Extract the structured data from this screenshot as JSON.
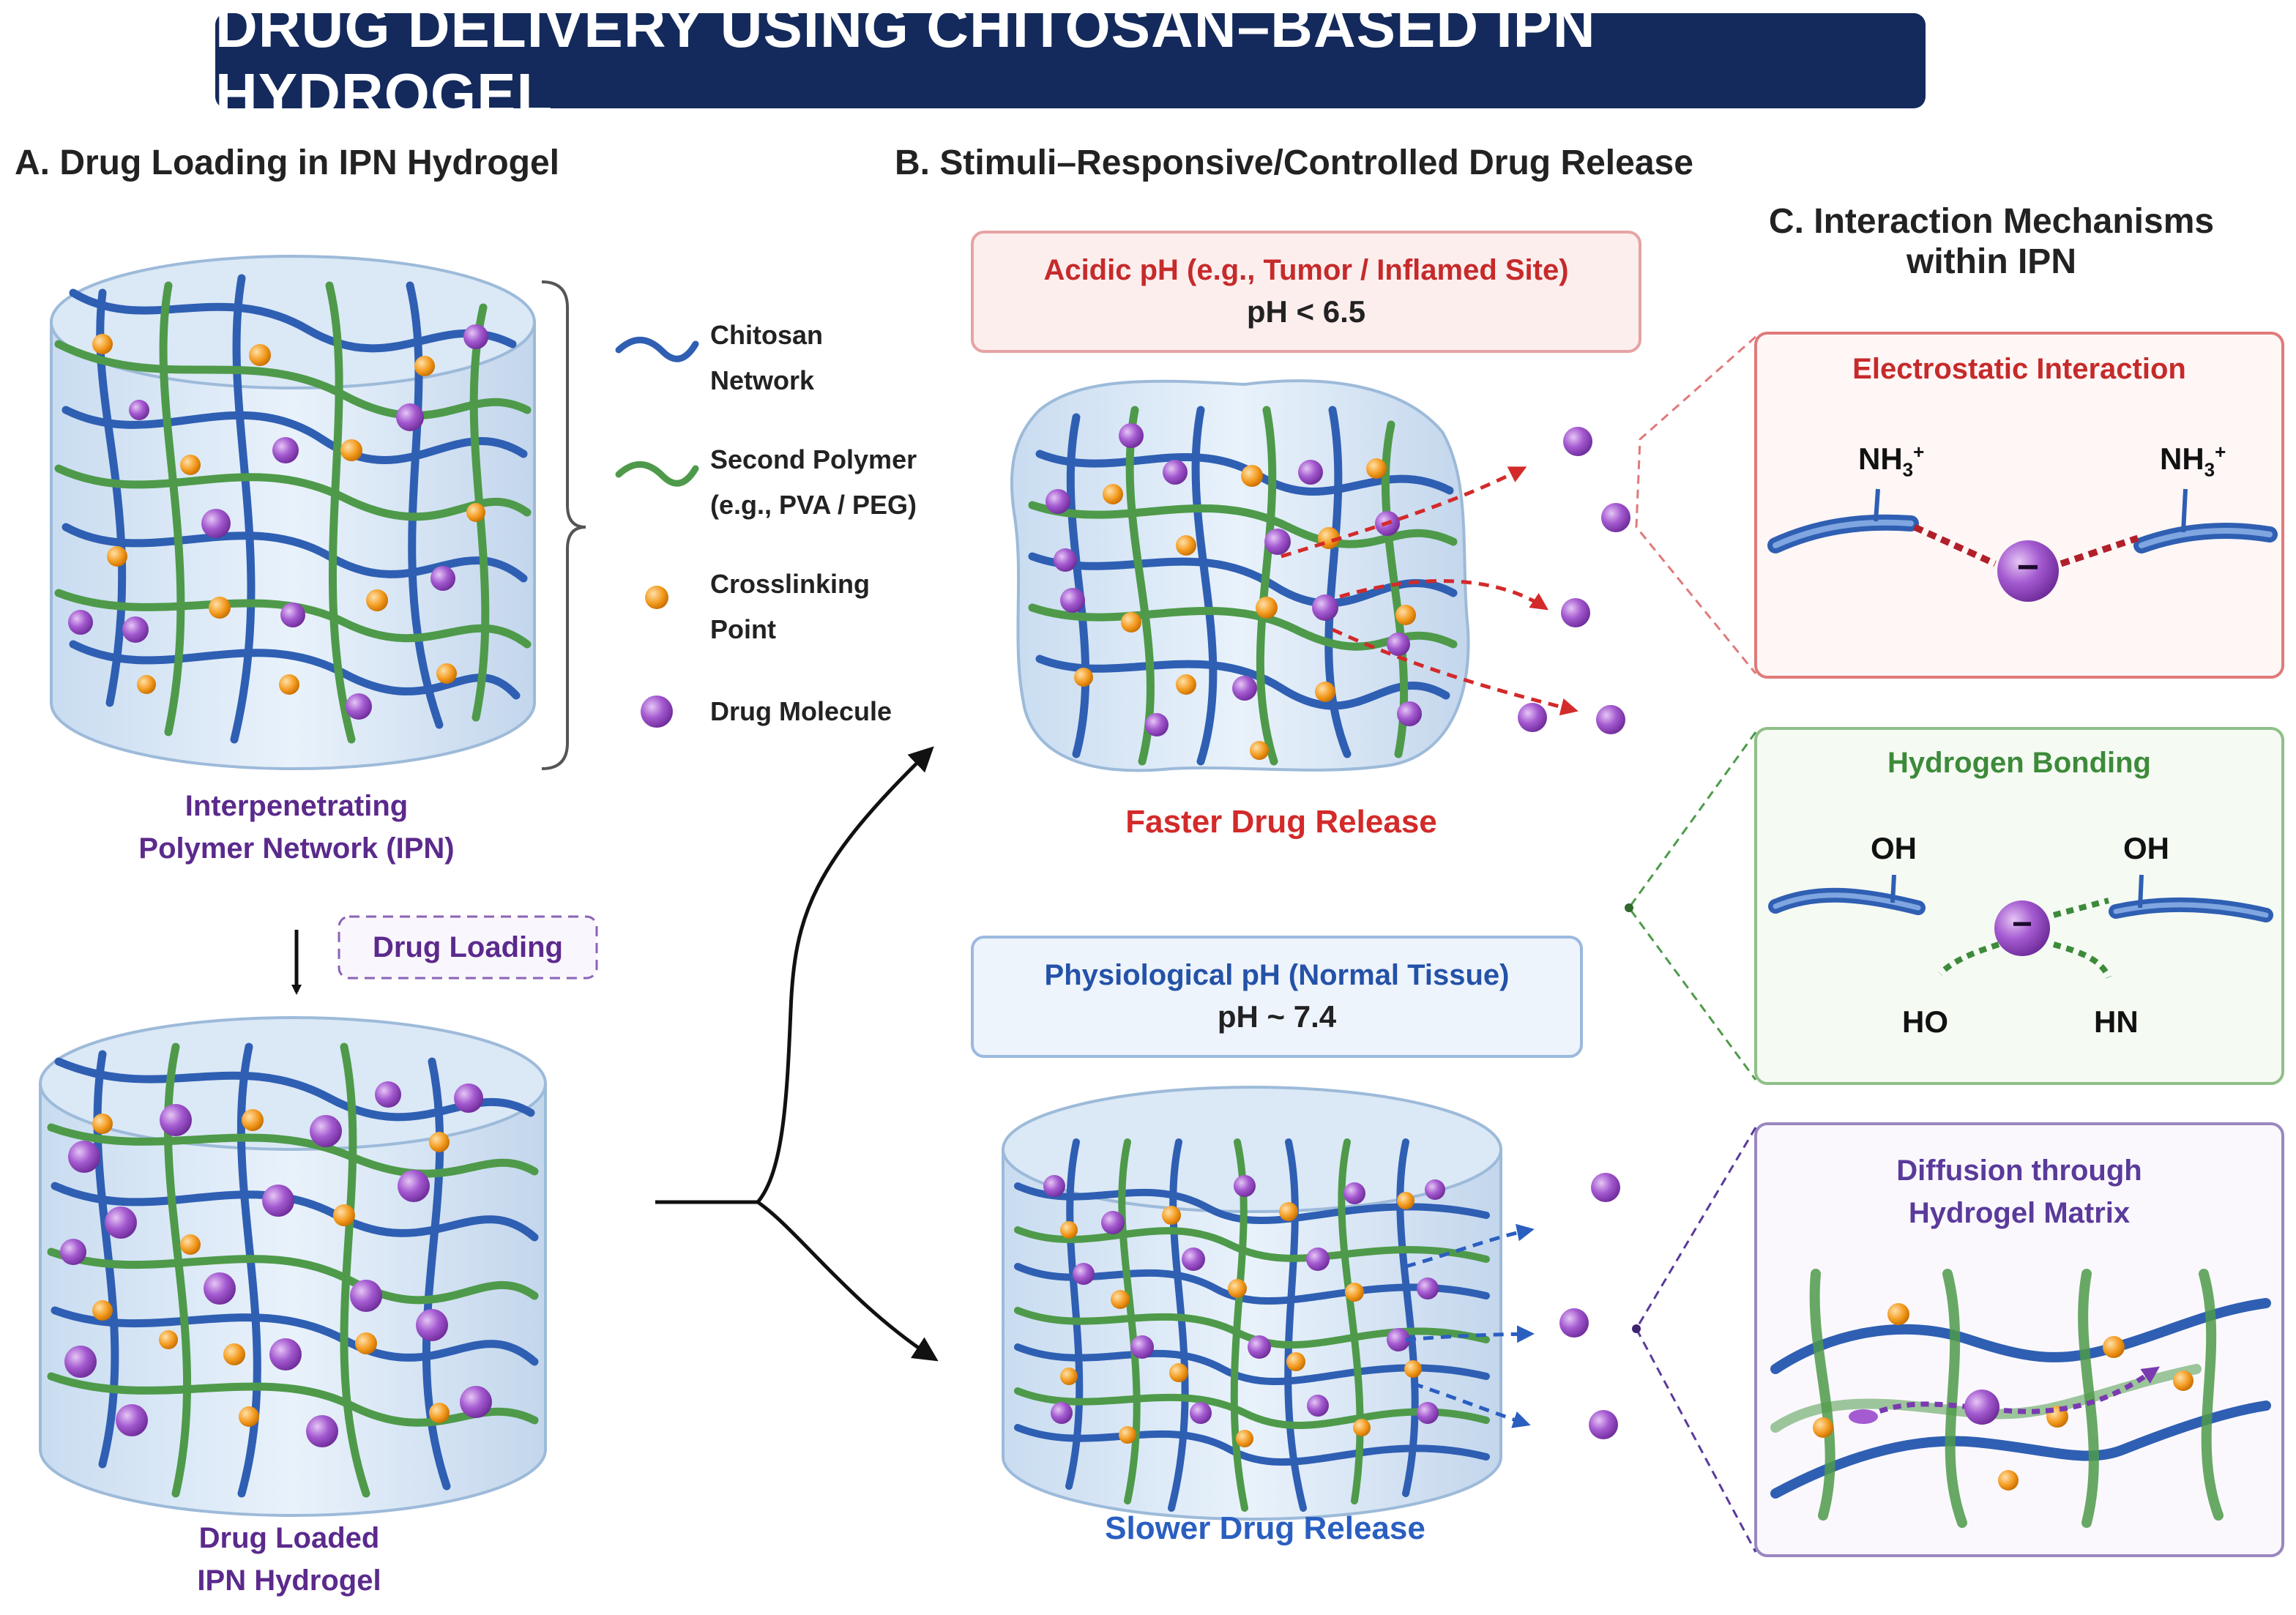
{
  "title": "DRUG DELIVERY USING CHITOSAN–BASED IPN HYDROGEL",
  "sections": {
    "a": "A. Drug Loading in IPN Hydrogel",
    "b": "B. Stimuli–Responsive/Controlled Drug Release",
    "c_line1": "C. Interaction Mechanisms",
    "c_line2": "within IPN"
  },
  "legend": {
    "chitosan_1": "Chitosan",
    "chitosan_2": "Network",
    "second_1": "Second Polymer",
    "second_2": "(e.g., PVA / PEG)",
    "crosslink_1": "Crosslinking",
    "crosslink_2": "Point",
    "drug": "Drug Molecule"
  },
  "ipn_label_1": "Interpenetrating",
  "ipn_label_2": "Polymer Network (IPN)",
  "drug_loading": "Drug Loading",
  "loaded_label_1": "Drug Loaded",
  "loaded_label_2": "IPN Hydrogel",
  "acidic": {
    "title": "Acidic pH (e.g., Tumor / Inflamed Site)",
    "value": "pH < 6.5",
    "result": "Faster Drug Release"
  },
  "physiological": {
    "title": "Physiological pH (Normal Tissue)",
    "value": "pH ~ 7.4",
    "result": "Slower Drug Release"
  },
  "mechanisms": {
    "electrostatic": {
      "title": "Electrostatic Interaction",
      "group_left": "NH",
      "group_right": "NH",
      "sub": "3",
      "sup": "+",
      "charge": "−"
    },
    "hydrogen": {
      "title": "Hydrogen Bonding",
      "oh_left": "OH",
      "oh_right": "OH",
      "ho": "HO",
      "hn": "HN",
      "charge": "−"
    },
    "diffusion": {
      "title_1": "Diffusion through",
      "title_2": "Hydrogel Matrix"
    }
  },
  "colors": {
    "chitosan": "#2f5fb3",
    "second_polymer": "#4e9a4a",
    "crosslink": "#f39a1e",
    "drug": "#9b4fc4",
    "acidic": "#d32a2a",
    "physiological": "#2a5fc0",
    "hydrogen": "#3d8a3a",
    "diffusion": "#5a3a9a"
  }
}
